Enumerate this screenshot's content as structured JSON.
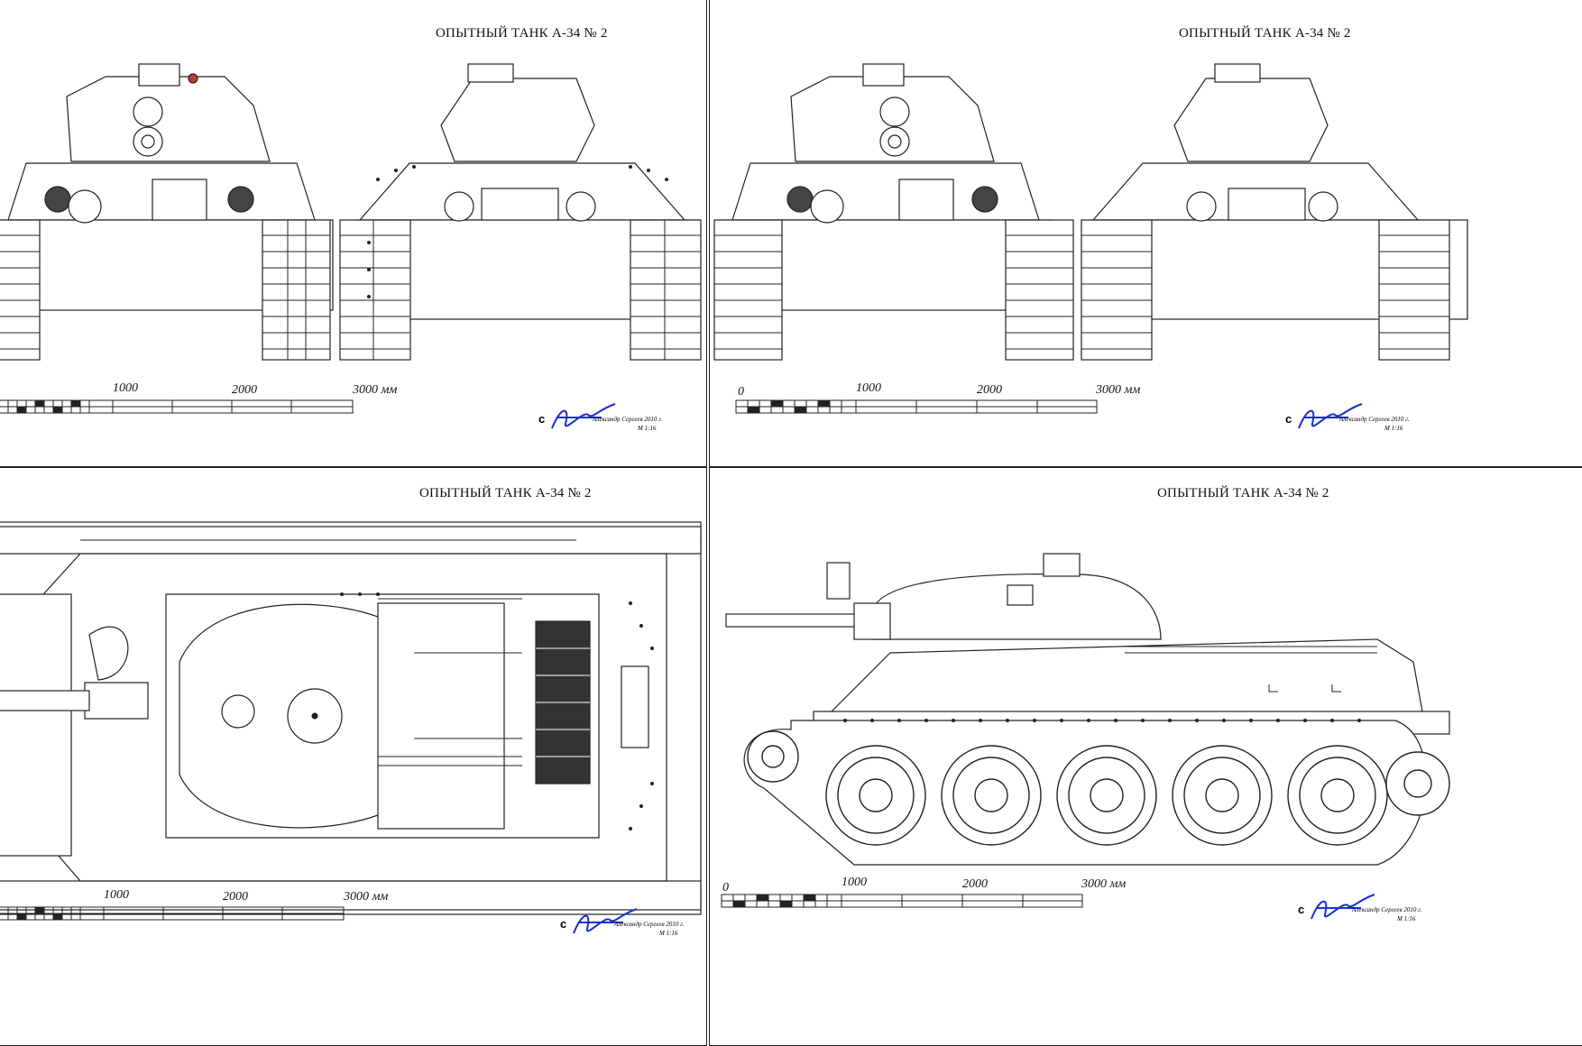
{
  "sheets": [
    {
      "title": "ОПЫТНЫЙ ТАНК А-34 № 2",
      "view": "front-rear"
    },
    {
      "title": "ОПЫТНЫЙ ТАНК А-34 № 2",
      "view": "front-rear"
    },
    {
      "title": "ОПЫТНЫЙ ТАНК А-34 № 2",
      "view": "top"
    },
    {
      "title": "ОПЫТНЫЙ ТАНК А-34 № 2",
      "view": "side"
    }
  ],
  "scale_bar": {
    "zero": "0",
    "t1000": "1000",
    "t2000": "2000",
    "t3000": "3000 мм"
  },
  "signature": {
    "copyright": "c",
    "author": "Александр Сергеев 2010 г.",
    "scale": "М 1:16"
  },
  "colors": {
    "line": "#222222",
    "signature": "#1a2fd0",
    "hatch": "#555555"
  }
}
